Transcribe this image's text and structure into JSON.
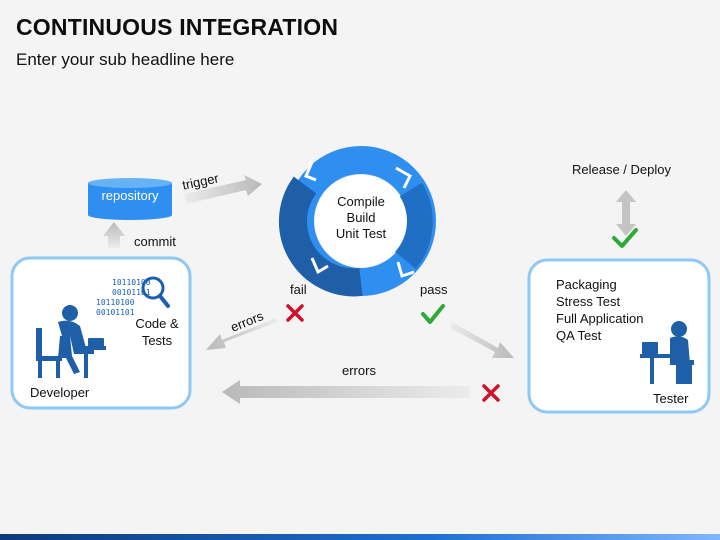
{
  "header": {
    "title": "CONTINUOUS INTEGRATION",
    "subtitle": "Enter your sub headline here"
  },
  "diagram": {
    "repository": "repository",
    "trigger": "trigger",
    "commit": "commit",
    "cycle_lines": [
      "Compile",
      "Build",
      "Unit Test"
    ],
    "fail": "fail",
    "pass": "pass",
    "errors_left": "errors",
    "errors_bottom": "errors",
    "code_tests": [
      "Code &",
      "Tests"
    ],
    "binary_lines": [
      "10110100",
      "00101101",
      "10110100",
      "00101101"
    ],
    "developer": "Developer",
    "release_deploy": "Release / Deploy",
    "tester_items": [
      "Packaging",
      "Stress Test",
      "Full Application",
      "QA Test"
    ],
    "tester": "Tester"
  },
  "colors": {
    "accent_blue": "#2e8ff0",
    "dark_blue": "#1f5fa8",
    "box_border": "#8ec8f5",
    "fail_red": "#d0112b",
    "pass_green": "#2eaa3a",
    "arrow_grey": "#c4c4c4"
  }
}
